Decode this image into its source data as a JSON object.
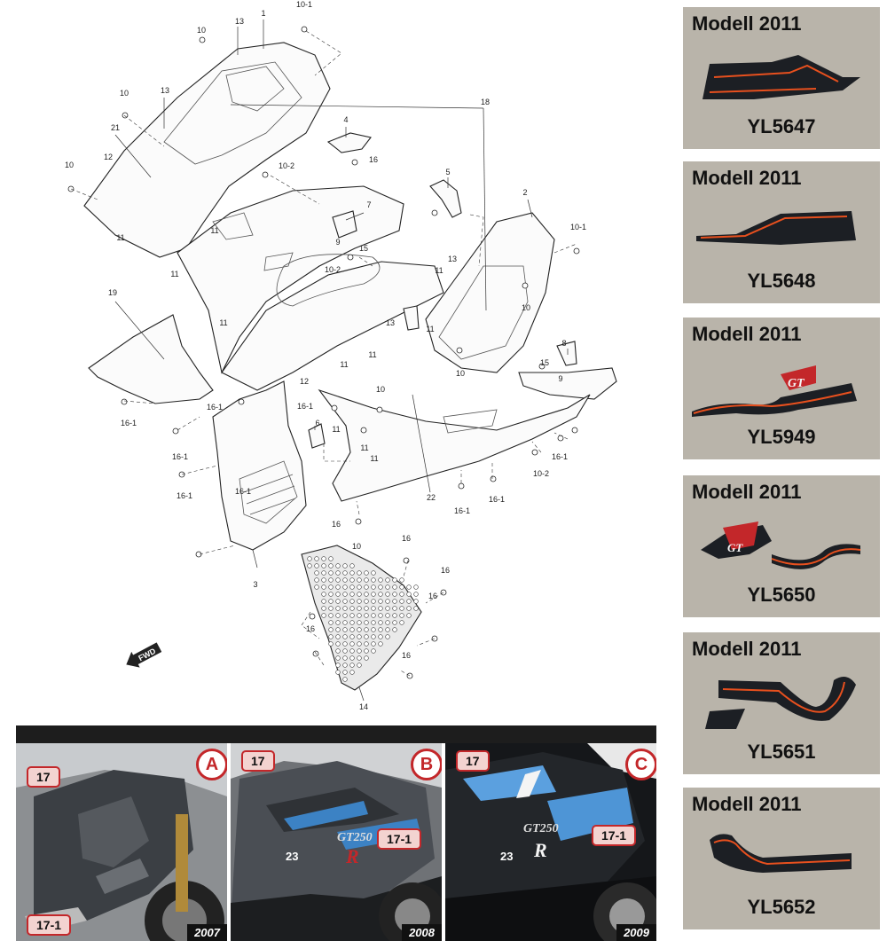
{
  "diagram": {
    "fwd_label": "FWD",
    "callouts": [
      "1",
      "2",
      "3",
      "4",
      "5",
      "6",
      "7",
      "8",
      "9",
      "9",
      "10",
      "10",
      "10",
      "10",
      "10",
      "10",
      "10",
      "10-1",
      "10-1",
      "10-2",
      "10-2",
      "10-2",
      "11",
      "11",
      "11",
      "11",
      "11",
      "11",
      "11",
      "11",
      "11",
      "11",
      "11",
      "12",
      "12",
      "13",
      "13",
      "13",
      "13",
      "14",
      "15",
      "15",
      "16",
      "16",
      "16",
      "16",
      "16",
      "16",
      "16",
      "16-1",
      "16-1",
      "16-1",
      "16-1",
      "16-1",
      "16-1",
      "16-1",
      "16-1",
      "16-1",
      "18",
      "19",
      "21",
      "22"
    ]
  },
  "photos": [
    {
      "badge": "A",
      "year": "2007",
      "tag_a": "17",
      "tag_b": "17-1"
    },
    {
      "badge": "B",
      "year": "2008",
      "tag_a": "17",
      "tag_b": "17-1",
      "ref": "23"
    },
    {
      "badge": "C",
      "year": "2009",
      "tag_a": "17",
      "tag_b": "17-1",
      "ref": "23"
    }
  ],
  "models": [
    {
      "title": "Modell 2011",
      "code": "YL5647"
    },
    {
      "title": "Modell 2011",
      "code": "YL5648"
    },
    {
      "title": "Modell 2011",
      "code": "YL5949"
    },
    {
      "title": "Modell 2011",
      "code": "YL5650"
    },
    {
      "title": "Modell 2011",
      "code": "YL5651"
    },
    {
      "title": "Modell 2011",
      "code": "YL5652"
    }
  ],
  "colors": {
    "accent_red": "#c3272a",
    "decal_orange": "#e8501e",
    "card_bg": "#b9b4aa"
  }
}
